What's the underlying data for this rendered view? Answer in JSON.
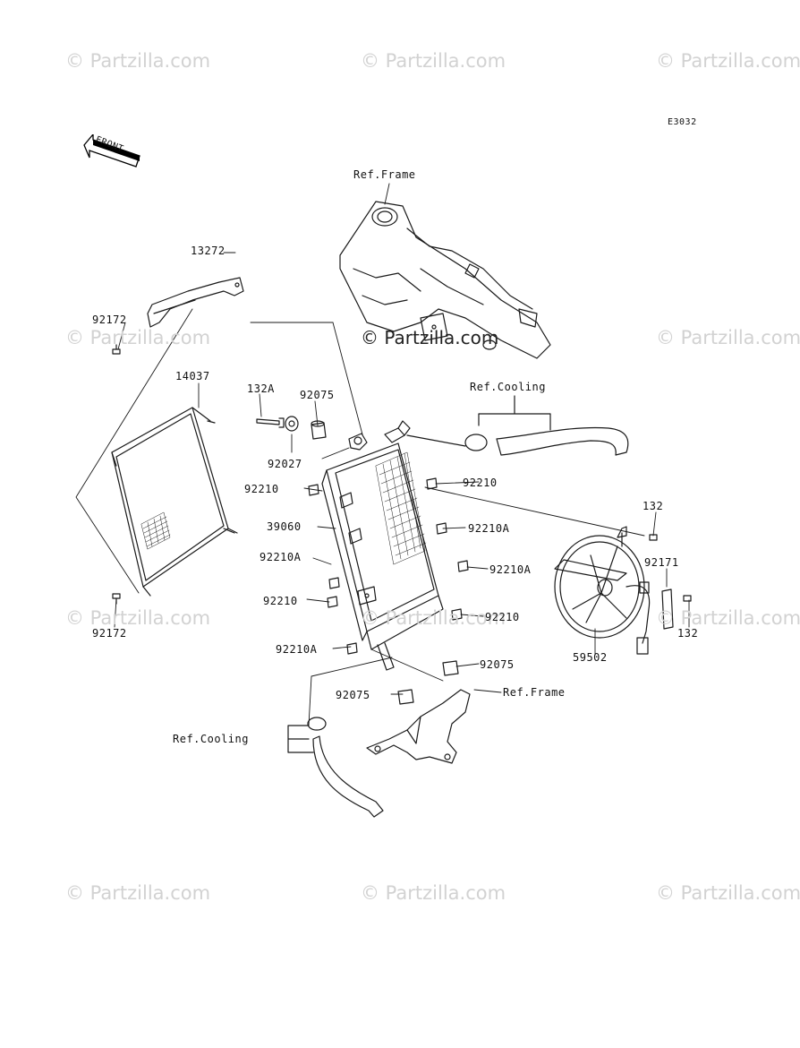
{
  "watermark": "© Partzilla.com",
  "diagram_code": "E3032",
  "front_label": "FRONT",
  "labels": {
    "ref_frame_top": "Ref.Frame",
    "ref_frame_lower": "Ref.Frame",
    "ref_cooling_upper": "Ref.Cooling",
    "ref_cooling_lower": "Ref.Cooling",
    "p13272": "13272",
    "p92172_top": "92172",
    "p92172_bottom": "92172",
    "p14037": "14037",
    "p132A": "132A",
    "p92075_top": "92075",
    "p92027": "92027",
    "p92210_a": "92210",
    "p92210_b": "92210",
    "p92210_c": "92210",
    "p92210_d": "92210",
    "p39060": "39060",
    "p92210A_a": "92210A",
    "p92210A_b": "92210A",
    "p92210A_c": "92210A",
    "p92210A_d": "92210A",
    "p92075_right": "92075",
    "p92075_left": "92075",
    "p132_top": "132",
    "p132_bottom": "132",
    "p92171": "92171",
    "p59502": "59502"
  }
}
